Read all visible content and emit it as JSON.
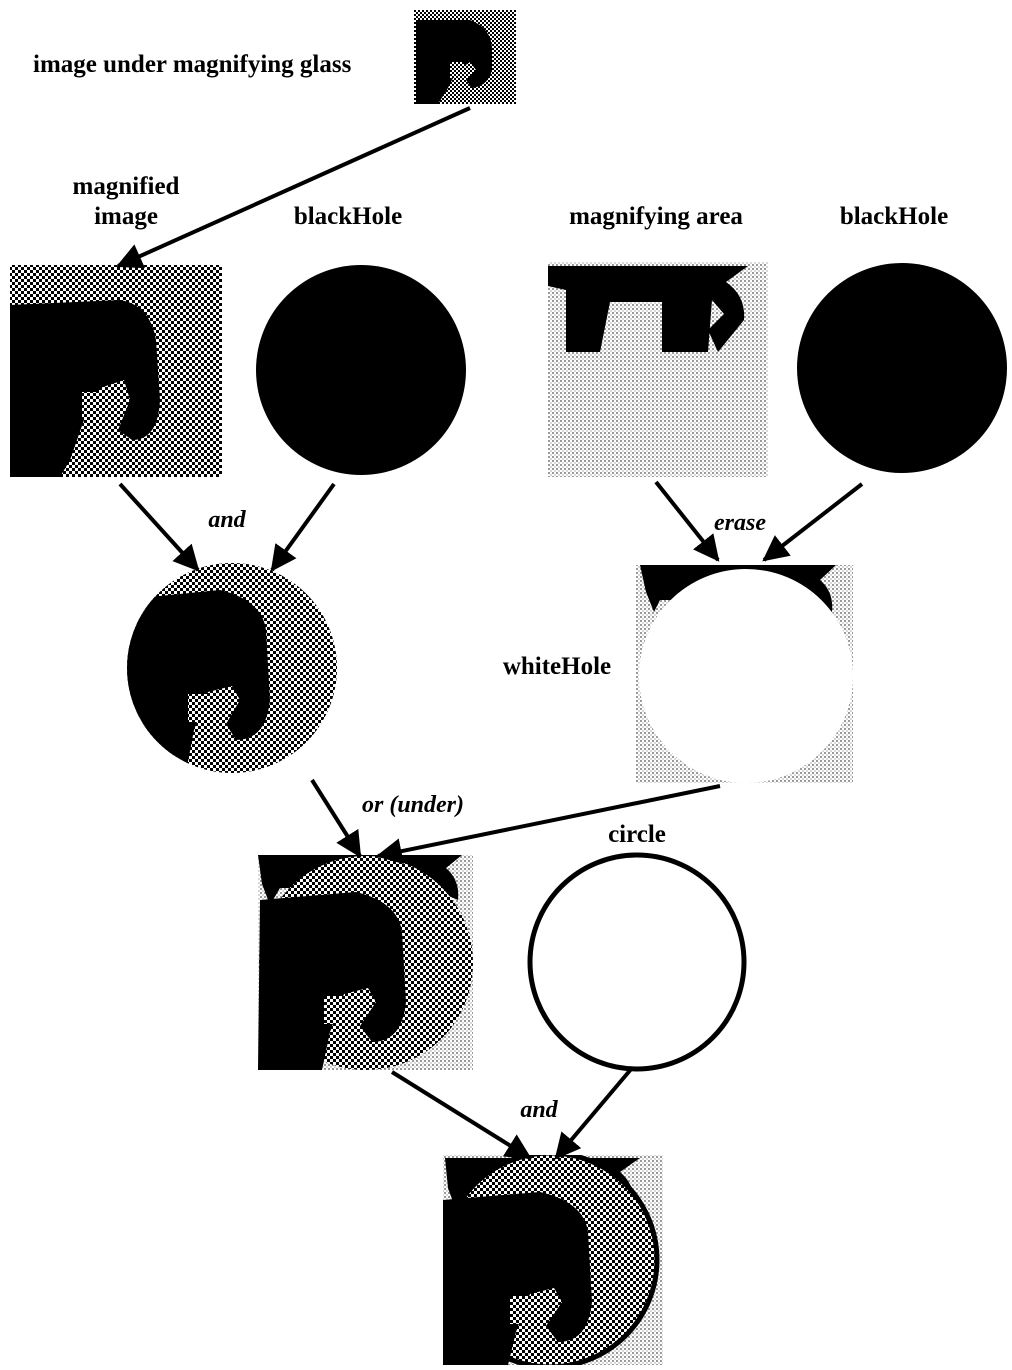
{
  "labels": {
    "source": "image under magnifying glass",
    "magnified_line1": "magnified",
    "magnified_line2": "image",
    "blackhole_left": "blackHole",
    "magnifying_area": "magnifying area",
    "blackhole_right": "blackHole",
    "whitehole": "whiteHole",
    "circle": "circle"
  },
  "operations": {
    "and_1": "and",
    "erase": "erase",
    "or_under": "or (under)",
    "and_2": "and"
  }
}
